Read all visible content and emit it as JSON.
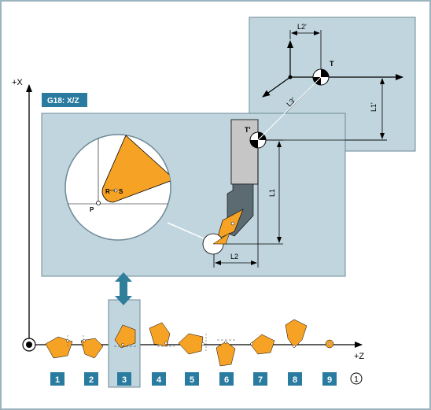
{
  "colors": {
    "frame": "#9bb5c0",
    "panel_fill": "#c0d5de",
    "panel_stroke": "#6d8a97",
    "tool_orange": "#f6a225",
    "tool_dark": "#5c6a72",
    "holder_grey": "#c6c6c6",
    "arrow_blue": "#2f7f9a",
    "badge_blue": "#2a7ba0",
    "axis": "#000000"
  },
  "axes": {
    "x_label": "+X",
    "z_label": "+Z"
  },
  "panel_title": "G18: X/Z",
  "top_panel": {
    "tool_point": "T",
    "length_l1": "L1'",
    "length_l2": "L2'",
    "length_l3": "L3'"
  },
  "main_panel": {
    "tool_point": "T'",
    "length_l1": "L1",
    "length_l2": "L2",
    "radius": "R",
    "center": "S",
    "point": "P"
  },
  "positions": [
    {
      "label": "1",
      "shape": "pentagon-tilted-left"
    },
    {
      "label": "2",
      "shape": "pentagon-tilted-right"
    },
    {
      "label": "3",
      "shape": "pentagon-upright",
      "selected": true
    },
    {
      "label": "4",
      "shape": "pentagon-point-down-right"
    },
    {
      "label": "5",
      "shape": "pentagon-point-left"
    },
    {
      "label": "6",
      "shape": "pentagon-point-down"
    },
    {
      "label": "7",
      "shape": "pentagon-point-left"
    },
    {
      "label": "8",
      "shape": "pentagon-point-up"
    },
    {
      "label": "9",
      "shape": "circle"
    }
  ],
  "note_marker": "1"
}
